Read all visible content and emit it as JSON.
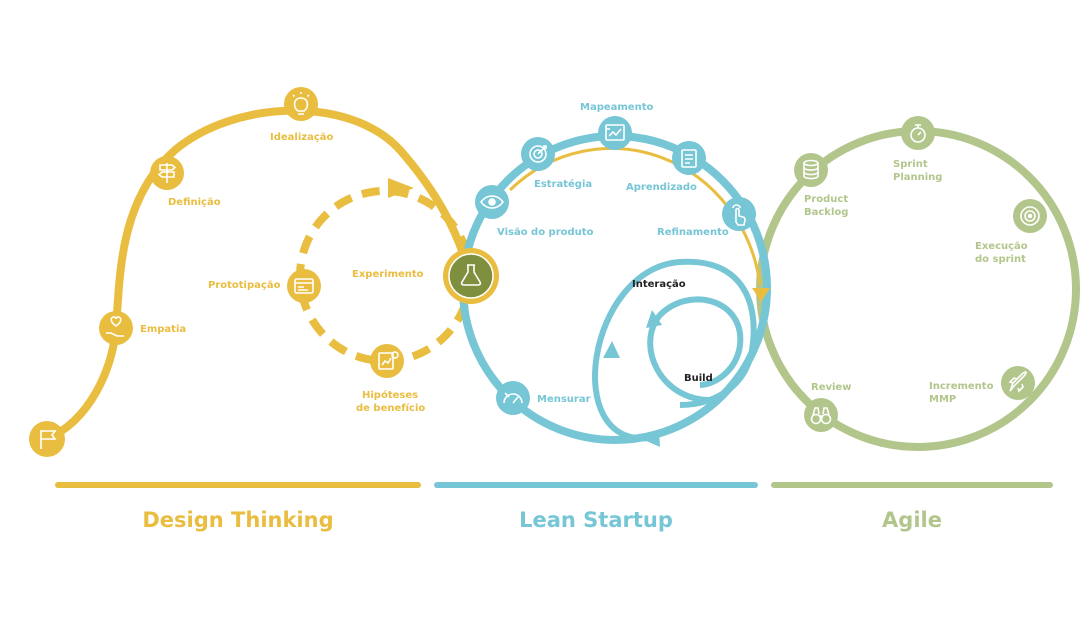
{
  "colors": {
    "design": "#E9BD3F",
    "lean": "#76C6D6",
    "agile": "#B2C68C",
    "experiment_fill": "#7E8F3E",
    "dark_label": "#222222",
    "white": "#ffffff"
  },
  "sections": {
    "design": {
      "title": "Design Thinking"
    },
    "lean": {
      "title": "Lean Startup"
    },
    "agile": {
      "title": "Agile"
    }
  },
  "design": {
    "stages": [
      {
        "label": "Empatia",
        "icon": "heart-hand-icon"
      },
      {
        "label": "Definição",
        "icon": "signpost-icon"
      },
      {
        "label": "Idealização",
        "icon": "lightbulb-icon"
      },
      {
        "label": "Prototipação",
        "icon": "prototype-icon"
      },
      {
        "label": "Experimento",
        "icon": "flask-icon"
      },
      {
        "label": "Hipóteses",
        "icon": "document-chart-icon"
      },
      {
        "label": "de benefício"
      },
      {
        "label": "",
        "icon": "flag-icon"
      }
    ]
  },
  "lean": {
    "stages": [
      {
        "label": "Visão do produto",
        "icon": "eye-icon"
      },
      {
        "label": "Estratégia",
        "icon": "target-icon"
      },
      {
        "label": "Mapeamento",
        "icon": "map-icon"
      },
      {
        "label": "Aprendizado",
        "icon": "notes-icon"
      },
      {
        "label": "Refinamento",
        "icon": "touch-icon"
      },
      {
        "label": "Mensurar",
        "icon": "gauge-icon"
      }
    ],
    "loops": {
      "outer": "Interação",
      "inner": "Build"
    }
  },
  "agile": {
    "stages": [
      {
        "label": "Product",
        "icon": "database-icon"
      },
      {
        "label": "Backlog"
      },
      {
        "label": "Sprint",
        "icon": "stopwatch-icon"
      },
      {
        "label": "Planning"
      },
      {
        "label": "Execução",
        "icon": "cycle-icon"
      },
      {
        "label": "do sprint"
      },
      {
        "label": "Incremento",
        "icon": "rocket-icon"
      },
      {
        "label": "MMP"
      },
      {
        "label": "Review",
        "icon": "binoculars-icon"
      }
    ]
  }
}
